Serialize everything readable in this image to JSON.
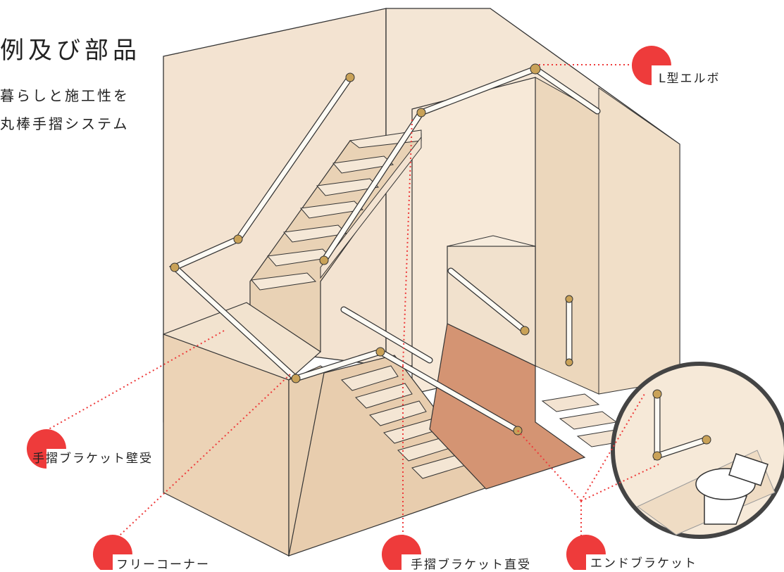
{
  "title": "例及び部品",
  "description": {
    "line1": "暮らしと施工性を",
    "line2": "丸棒手摺システム"
  },
  "callouts": {
    "l_elbow": "L型エルボ",
    "wall_bracket": "手摺ブラケット壁受",
    "free_corner": "フリーコーナー",
    "direct_bracket": "手摺ブラケット直受",
    "end_bracket": "エンドブラケット"
  },
  "colors": {
    "accent_red": "#ee3b3b",
    "wall_light": "#f3e3d1",
    "wall_mid": "#ead2b6",
    "floor_terracotta": "#d49473",
    "rail_white": "#fdfbf5",
    "fitting_gold": "#c9a258"
  }
}
